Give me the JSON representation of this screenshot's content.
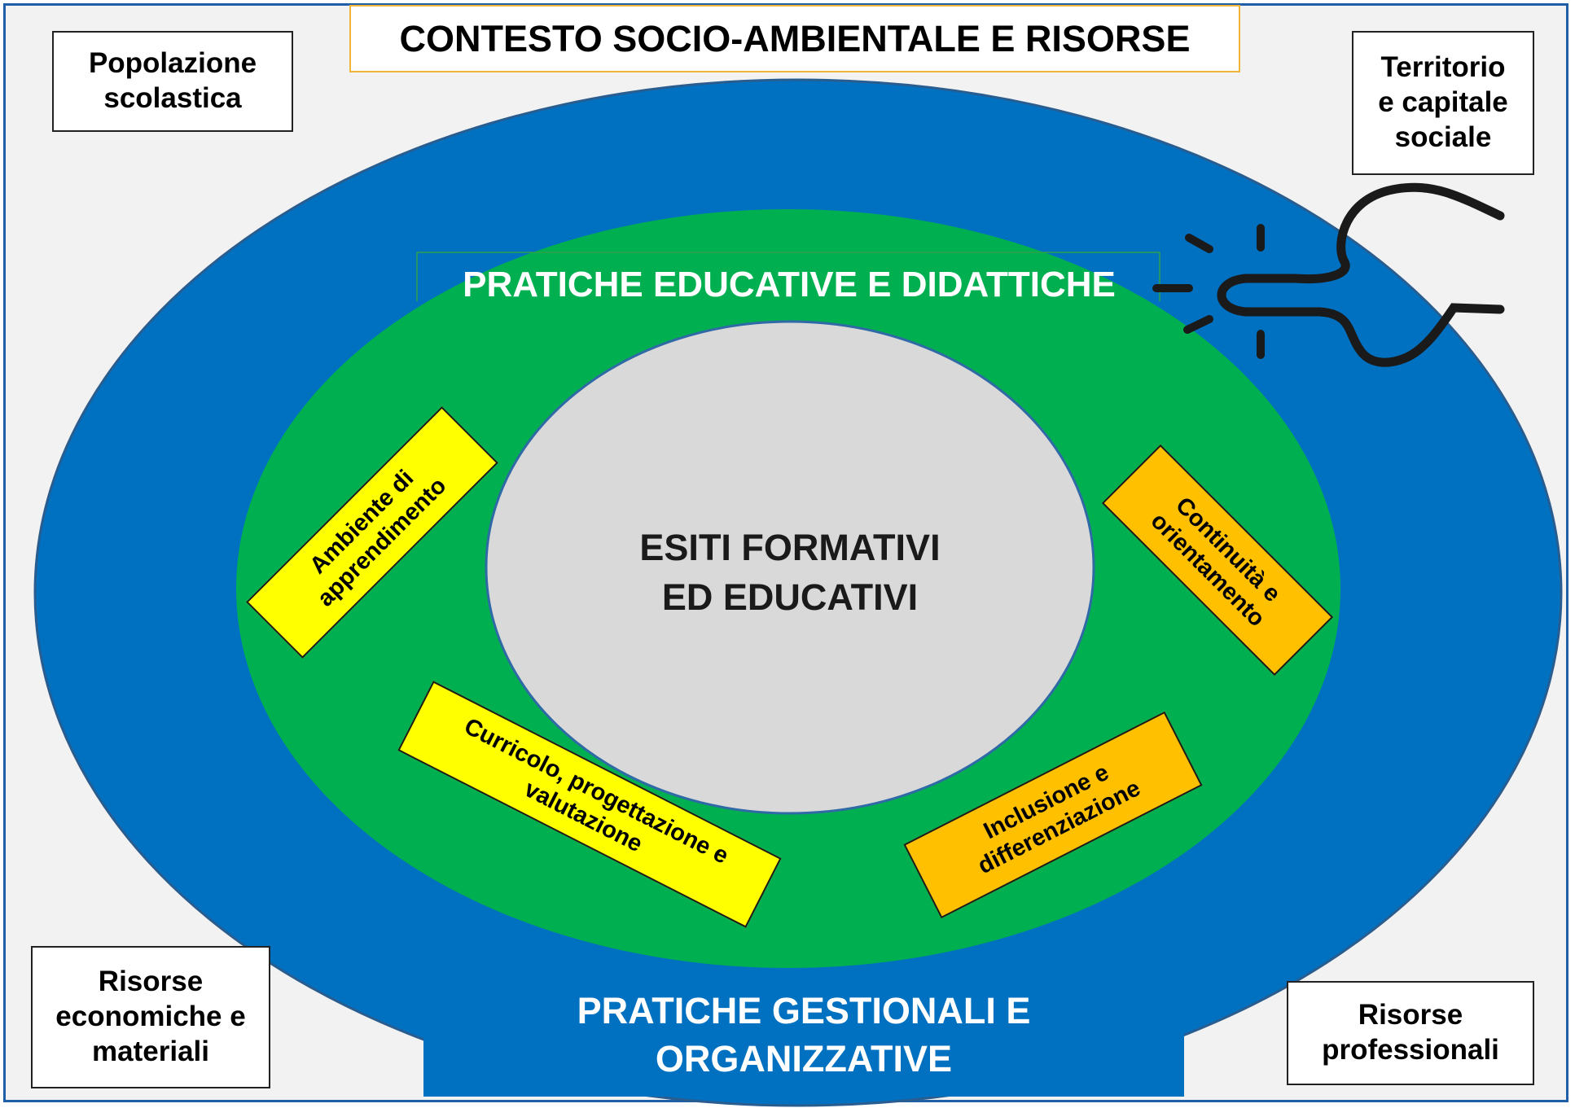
{
  "title": "CONTESTO SOCIO-AMBIENTALE E RISORSE",
  "corner_boxes": {
    "top_left": "Popolazione scolastica",
    "top_right": "Territorio e capitale sociale",
    "bottom_left": "Risorse economiche e materiali",
    "bottom_right": "Risorse professionali"
  },
  "rings": {
    "outer_label": "PRATICHE GESTIONALI E ORGANIZZATIVE",
    "middle_label": "PRATICHE EDUCATIVE E DIDATTICHE",
    "center_label_line1": "ESITI FORMATIVI",
    "center_label_line2": "ED EDUCATIVI"
  },
  "tags": {
    "ambiente": "Ambiente di apprendimento",
    "curricolo": "Curricolo, progettazione e valutazione",
    "continuita": "Continuità e orientamento",
    "inclusione": "Inclusione e differenziazione"
  },
  "colors": {
    "outer_ring": "#0070c0",
    "middle_ring": "#00b050",
    "center": "#d9d9d9",
    "tag_yellow": "#ffff00",
    "tag_orange": "#ffc000",
    "title_border": "#f0b63a",
    "frame_border": "#1f5fa8",
    "background": "#f2f2f2"
  },
  "icons": [
    "electric-plug-spark-icon"
  ]
}
